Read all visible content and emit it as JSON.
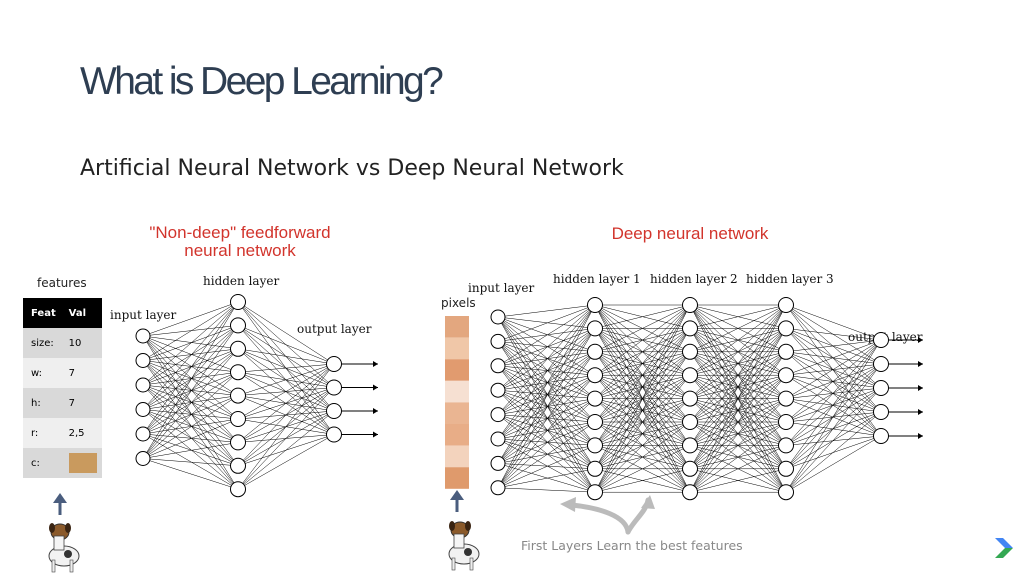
{
  "slide": {
    "title": "What is Deep Learning?",
    "subtitle": "Artificial Neural Network vs Deep Neural Network"
  },
  "left_diagram": {
    "title_line1": "\"Non-deep\" feedforward",
    "title_line2": "neural network",
    "input_label": "input layer",
    "hidden_label": "hidden layer",
    "output_label": "output layer"
  },
  "right_diagram": {
    "title": "Deep neural network",
    "input_label": "input layer",
    "hidden1_label": "hidden layer 1",
    "hidden2_label": "hidden layer 2",
    "hidden3_label": "hidden layer 3",
    "output_label": "output layer"
  },
  "features": {
    "label": "features",
    "header": [
      "Feat",
      "Val"
    ],
    "rows": [
      {
        "feat": "size:",
        "val": "10"
      },
      {
        "feat": "w:",
        "val": "7"
      },
      {
        "feat": "h:",
        "val": "7"
      },
      {
        "feat": "r:",
        "val": "2,5"
      },
      {
        "feat": "c:",
        "val": ""
      }
    ],
    "color_swatch": "#c99a5e"
  },
  "pixels": {
    "label": "pixels",
    "colors": [
      "#e3a77f",
      "#f0c7a8",
      "#e19b6f",
      "#f6e0d2",
      "#eab592",
      "#e8ad87",
      "#f3d3bd",
      "#df9a6c"
    ]
  },
  "caption": "First Layers Learn the best features",
  "colors": {
    "title": "#2e3e52",
    "diagram_title": "#d2342c",
    "arrow": "#4a5d7e",
    "curved_arrow": "#bbbbbb",
    "logo_blue": "#4285f4",
    "logo_green": "#34a853"
  },
  "icons": [
    "dog-photo",
    "up-arrow-icon",
    "chevron-logo-icon"
  ]
}
